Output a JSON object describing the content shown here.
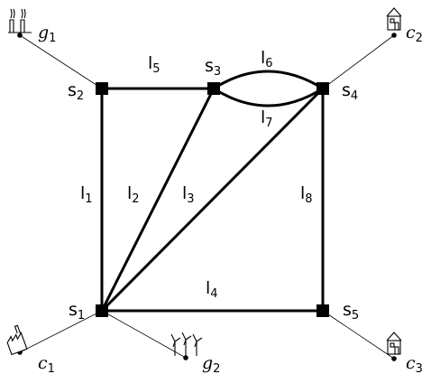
{
  "nodes": [
    {
      "id": "s1",
      "letter": "s",
      "sub": "1"
    },
    {
      "id": "s2",
      "letter": "s",
      "sub": "2"
    },
    {
      "id": "s3",
      "letter": "s",
      "sub": "3"
    },
    {
      "id": "s4",
      "letter": "s",
      "sub": "4"
    },
    {
      "id": "s5",
      "letter": "s",
      "sub": "5"
    }
  ],
  "edges": [
    {
      "id": "l1",
      "letter": "l",
      "sub": "1",
      "from": "s1",
      "to": "s2"
    },
    {
      "id": "l2",
      "letter": "l",
      "sub": "2",
      "from": "s1",
      "to": "s3"
    },
    {
      "id": "l3",
      "letter": "l",
      "sub": "3",
      "from": "s1",
      "to": "s4"
    },
    {
      "id": "l4",
      "letter": "l",
      "sub": "4",
      "from": "s1",
      "to": "s5"
    },
    {
      "id": "l5",
      "letter": "l",
      "sub": "5",
      "from": "s2",
      "to": "s3"
    },
    {
      "id": "l6",
      "letter": "l",
      "sub": "6",
      "from": "s3",
      "to": "s4"
    },
    {
      "id": "l7",
      "letter": "l",
      "sub": "7",
      "from": "s3",
      "to": "s4"
    },
    {
      "id": "l8",
      "letter": "l",
      "sub": "8",
      "from": "s4",
      "to": "s5"
    }
  ],
  "terminals": [
    {
      "id": "g1",
      "letter": "g",
      "sub": "1",
      "kind": "generator",
      "icon": "power-plant-icon",
      "attached_to": "s2"
    },
    {
      "id": "g2",
      "letter": "g",
      "sub": "2",
      "kind": "generator",
      "icon": "wind-turbine-icon",
      "attached_to": "s1"
    },
    {
      "id": "c1",
      "letter": "c",
      "sub": "1",
      "kind": "consumer",
      "icon": "factory-icon",
      "attached_to": "s1"
    },
    {
      "id": "c2",
      "letter": "c",
      "sub": "2",
      "kind": "consumer",
      "icon": "house-icon",
      "attached_to": "s4"
    },
    {
      "id": "c3",
      "letter": "c",
      "sub": "3",
      "kind": "consumer",
      "icon": "house-icon",
      "attached_to": "s5"
    }
  ]
}
